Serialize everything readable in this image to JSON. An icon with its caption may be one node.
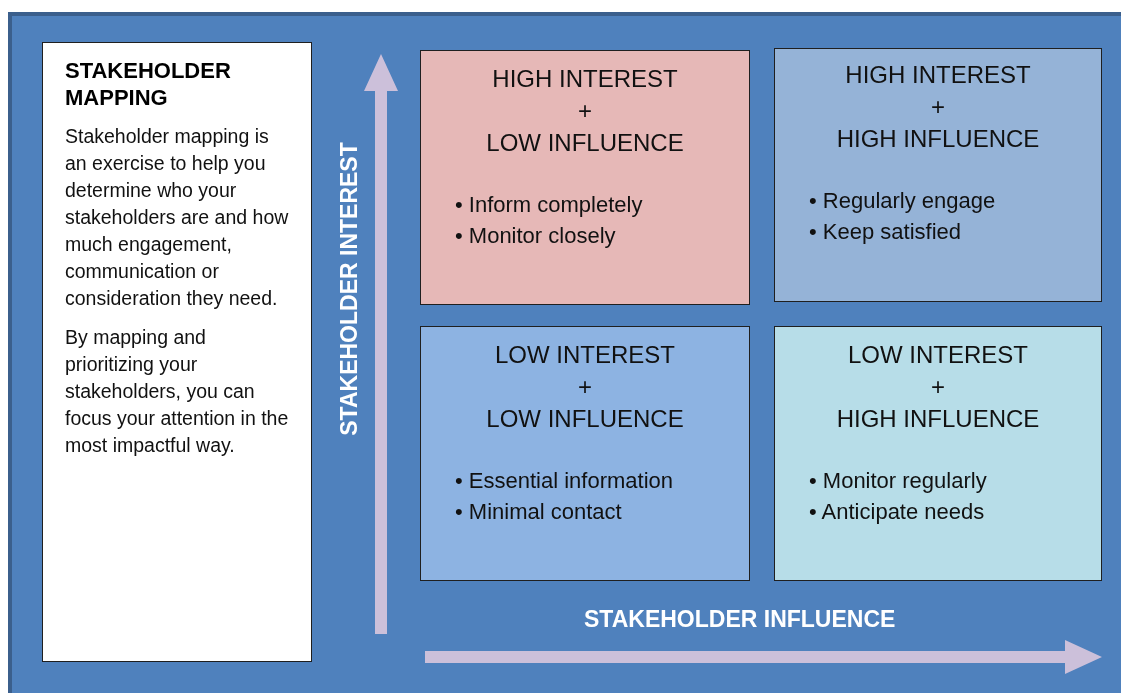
{
  "diagram": {
    "nodes": [
      {
        "text": [
          "STAKEHOLDER MAPPING",
          "Stakeholder mapping is an exercise to help you determine who your stakeholders are and how much engagement, communication or consideration they need.",
          "By mapping and prioritizing your stakeholders, you can focus your attention in the most impactful way."
        ]
      },
      {
        "text": [
          "HIGH INTEREST",
          "+",
          "LOW INFLUENCE",
          "• Inform completely",
          "• Monitor closely"
        ]
      },
      {
        "text": [
          "HIGH INTEREST",
          "+",
          "HIGH INFLUENCE",
          "• Regularly engage",
          "• Keep satisfied"
        ]
      },
      {
        "text": [
          "LOW INTEREST",
          "+",
          "LOW INFLUENCE",
          "• Essential information",
          "• Minimal contact"
        ]
      },
      {
        "text": [
          "LOW INTEREST",
          "+",
          "HIGH INFLUENCE",
          "• Monitor regularly",
          "• Anticipate needs"
        ]
      }
    ],
    "labels": [
      "STAKEHOLDER INTEREST",
      "STAKEHOLDER INFLUENCE"
    ]
  }
}
